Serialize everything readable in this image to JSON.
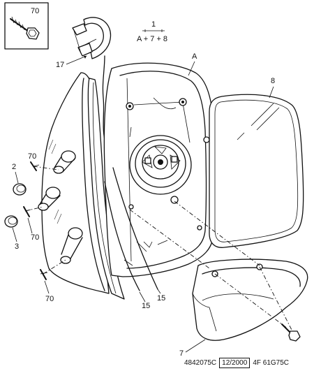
{
  "labels": {
    "ref_70_box": "70",
    "ref_1": "1",
    "formula": "A + 7 + 8",
    "ref_17": "17",
    "ref_A": "A",
    "ref_8": "8",
    "ref_70_upper": "70",
    "ref_2": "2",
    "ref_3": "3",
    "ref_70_mid": "70",
    "ref_70_lower": "70",
    "ref_15_left": "15",
    "ref_15_right": "15",
    "ref_7": "7"
  },
  "footer": {
    "part_code": "4842075C",
    "date": "12/2000",
    "ref_code": "4F 61G75C"
  }
}
